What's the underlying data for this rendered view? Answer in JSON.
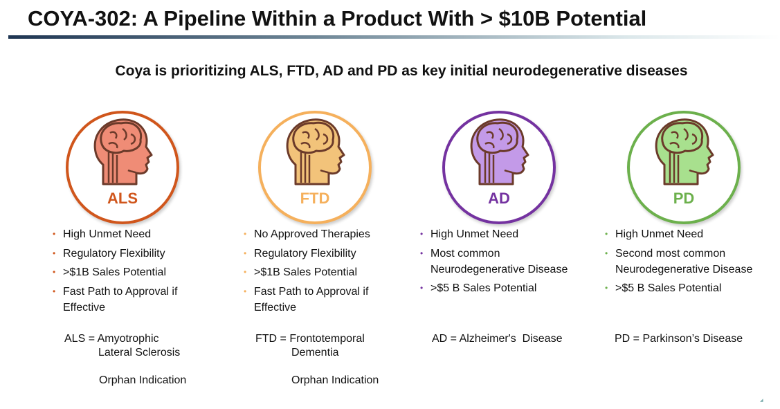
{
  "title": "COYA-302: A Pipeline Within a Product With > $10B Potential",
  "subtitle": "Coya is prioritizing ALS, FTD, AD and PD as key initial neurodegenerative diseases",
  "diseases": [
    {
      "label": "ALS",
      "border": "#d0561c",
      "fill": "#ef8c76",
      "bullet": "#d0561c",
      "bullets": [
        "High Unmet Need",
        "Regulatory Flexibility",
        ">$1B Sales Potential",
        "Fast Path to Approval if Effective"
      ],
      "definition_a": "ALS = Amyotrophic",
      "definition_b": "Lateral Sclerosis",
      "orphan": "Orphan Indication"
    },
    {
      "label": "FTD",
      "border": "#f5b05c",
      "fill": "#f2c37a",
      "bullet": "#f5b05c",
      "bullets": [
        "No Approved Therapies",
        "Regulatory Flexibility",
        ">$1B Sales Potential",
        "Fast Path to Approval if Effective"
      ],
      "definition_a": "FTD = Frontotemporal",
      "definition_b": "Dementia",
      "orphan": "Orphan Indication"
    },
    {
      "label": "AD",
      "border": "#7432a0",
      "fill": "#c39ae8",
      "bullet": "#7432a0",
      "bullets": [
        "High Unmet Need",
        "Most common Neurodegenerative Disease",
        ">$5 B Sales Potential"
      ],
      "definition_a": "AD = Alzheimer's  Disease"
    },
    {
      "label": "PD",
      "border": "#6cb04c",
      "fill": "#a8e08e",
      "bullet": "#6cb04c",
      "bullets": [
        "High Unmet Need",
        "Second most common Neurodegenerative Disease",
        ">$5 B Sales Potential"
      ],
      "definition_a": "PD = Parkinson’s Disease"
    }
  ]
}
